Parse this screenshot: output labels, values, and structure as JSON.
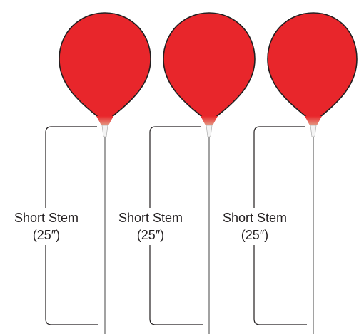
{
  "colors": {
    "balloon": "#e8262b",
    "balloon_outline": "#231f20",
    "neck": "#e0806a",
    "stem": "#8a8a8a",
    "bracket": "#231f20",
    "text": "#231f20"
  },
  "stems": [
    {
      "name_line": "Short Stem",
      "length_line": "(25″)"
    },
    {
      "name_line": "Short Stem",
      "length_line": "(25″)"
    },
    {
      "name_line": "Short Stem",
      "length_line": "(25″)"
    }
  ]
}
